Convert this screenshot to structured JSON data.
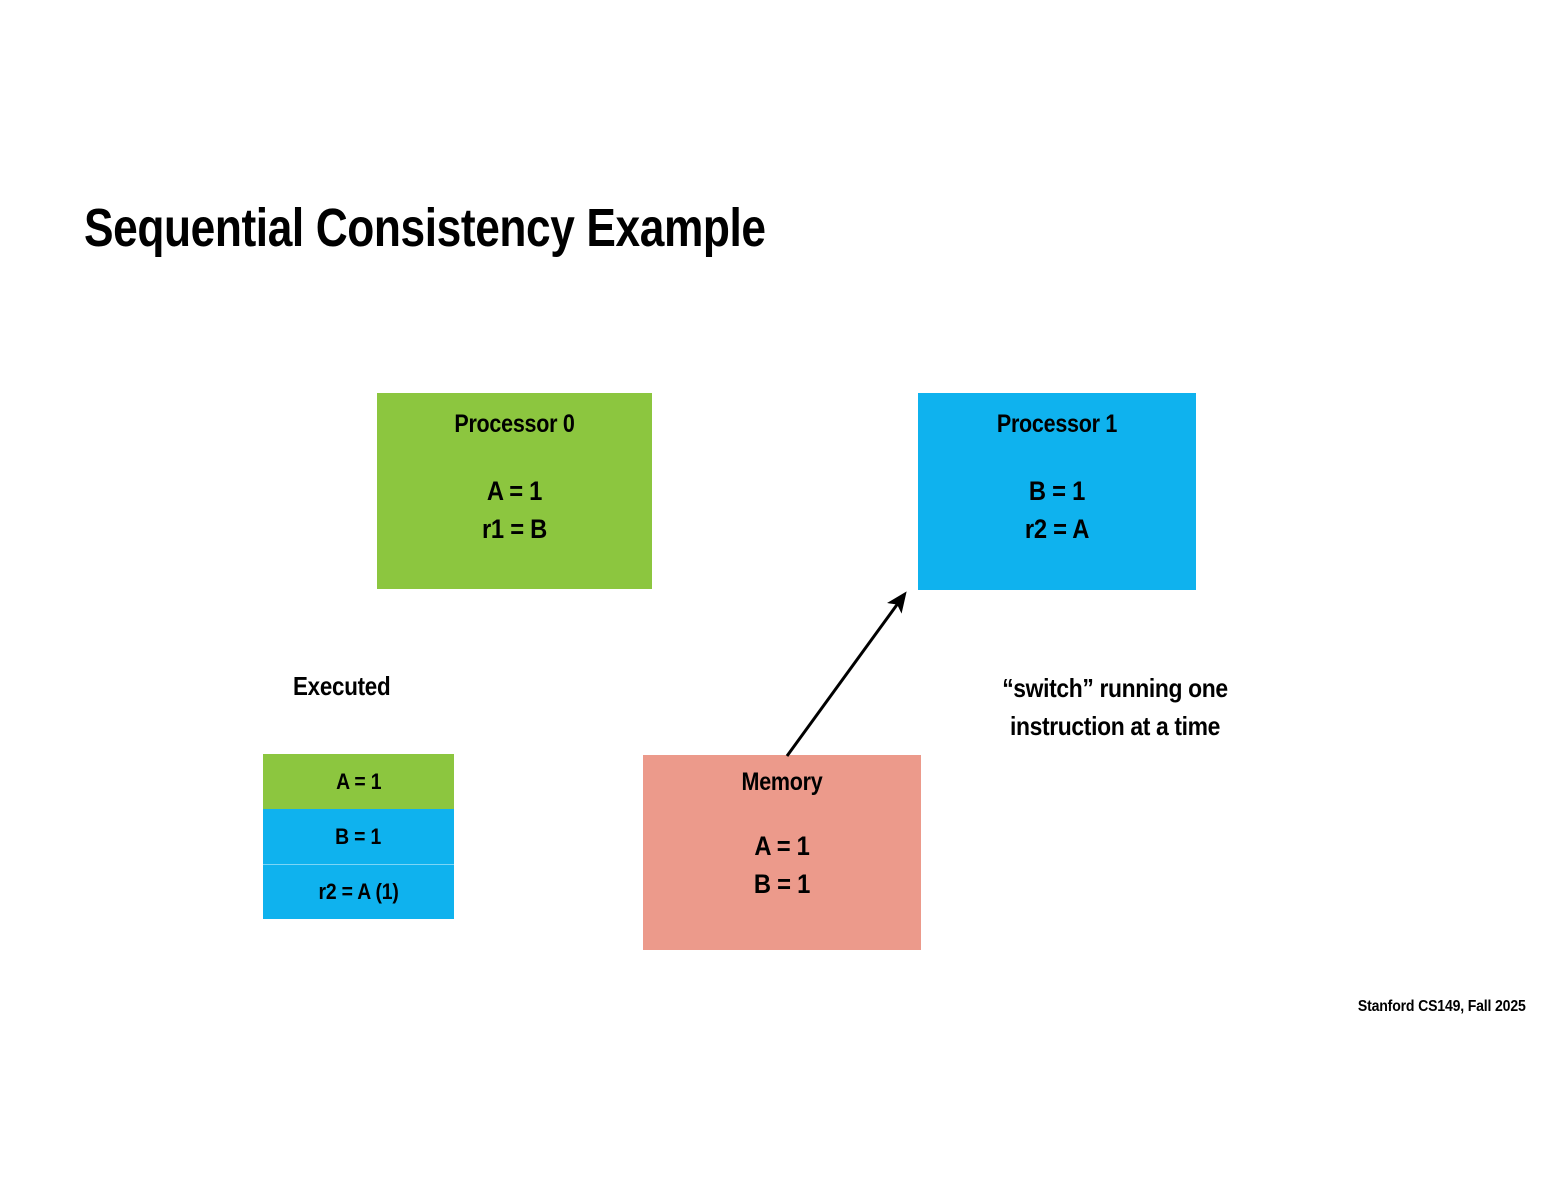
{
  "slide": {
    "title": "Sequential Consistency Example",
    "footer": "Stanford CS149, Fall 2025",
    "background_color": "#FFFFFF"
  },
  "colors": {
    "green": "#8CC63F",
    "blue": "#0FB2EE",
    "salmon": "#EC9A8B",
    "text": "#000000",
    "arrow": "#000000"
  },
  "processor0": {
    "title": "Processor 0",
    "color": "#8CC63F",
    "instructions": [
      "A = 1",
      "r1 = B"
    ]
  },
  "processor1": {
    "title": "Processor 1",
    "color": "#0FB2EE",
    "instructions": [
      "B = 1",
      "r2 = A"
    ]
  },
  "memory": {
    "title": "Memory",
    "color": "#EC9A8B",
    "values": [
      "A = 1",
      "B = 1"
    ]
  },
  "executed": {
    "label": "Executed",
    "rows": [
      {
        "text": "A = 1",
        "color": "#8CC63F",
        "source": "processor0"
      },
      {
        "text": "B = 1",
        "color": "#0FB2EE",
        "source": "processor1"
      },
      {
        "text": "r2 = A (1)",
        "color": "#0FB2EE",
        "source": "processor1"
      }
    ]
  },
  "switch_caption": {
    "line1": "“switch” running one",
    "line2": "instruction at a time"
  },
  "arrow": {
    "name": "memory-to-processor1-arrow",
    "from": "memory-box",
    "to": "processor1-box"
  }
}
